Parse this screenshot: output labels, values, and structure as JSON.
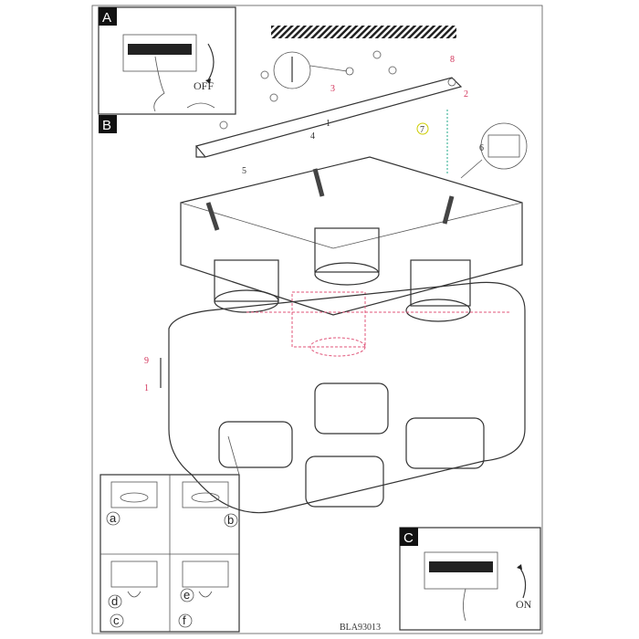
{
  "sections": {
    "a": "A",
    "b": "B",
    "c": "C"
  },
  "switch_states": {
    "off": "OFF",
    "on": "ON"
  },
  "steps": {
    "s1": "1",
    "s2": "2",
    "s3": "3",
    "s4": "4",
    "s5": "5",
    "s6": "6",
    "s7": "7",
    "s8": "8",
    "s9": "9",
    "s1b": "1"
  },
  "sub_steps": {
    "a": "a",
    "b": "b",
    "c": "c",
    "d": "d",
    "e": "e",
    "f": "f"
  },
  "model_code": "BLA93013"
}
